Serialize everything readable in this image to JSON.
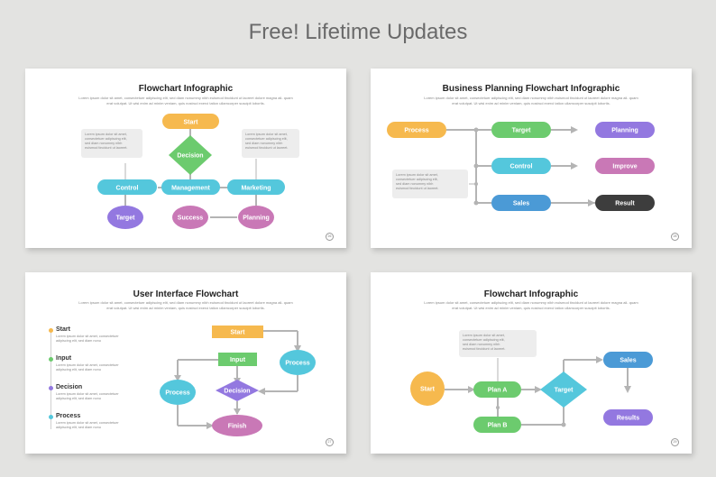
{
  "page": {
    "heading": "Free! Lifetime Updates"
  },
  "colors": {
    "orange": "#f6b94e",
    "green": "#6ccb6e",
    "teal": "#54c7dc",
    "purple": "#9378e0",
    "pink": "#c978b6",
    "blue": "#4b9ad6",
    "black": "#3d3d3d",
    "line": "#b4b4b4",
    "note": "#ededed"
  },
  "lorem": {
    "sub": "Lorem ipsum dolor sit amet, consectetuer adipiscing elit, sed diam nonummy nibh euismod tincidunt ut laoreet dolore magna ali- quam erat volutpat. Ut wisi enim ad minim veniam, quis nostrud exerci tation ullamcorper suscipit lobortis.",
    "note": "Lorem ipsum dolor sit amet, consectetuer adipiscing elit, sed diam nonummy nibh euismod tincidunt ut laoreet dolore."
  },
  "slide1": {
    "title": "Flowchart Infographic",
    "nodes": {
      "start": "Start",
      "decision": "Decision",
      "control": "Control",
      "management": "Management",
      "marketing": "Marketing",
      "target": "Target",
      "success": "Success",
      "planning": "Planning"
    },
    "page_number": "26"
  },
  "slide2": {
    "title": "Business Planning Flowchart Infographic",
    "nodes": {
      "process": "Process",
      "target": "Target",
      "planning": "Planning",
      "control": "Control",
      "improve": "Improve",
      "sales": "Sales",
      "result": "Result"
    },
    "page_number": "28"
  },
  "slide3": {
    "title": "User Interface Flowchart",
    "list": [
      {
        "label": "Start",
        "desc": "Lorem ipsum dolor sit amet, consectetuer adipiscing elit, sed diam nonu"
      },
      {
        "label": "Input",
        "desc": "Lorem ipsum dolor sit amet, consectetuer adipiscing elit, sed diam nonu"
      },
      {
        "label": "Decision",
        "desc": "Lorem ipsum dolor sit amet, consectetuer adipiscing elit, sed diam nonu"
      },
      {
        "label": "Process",
        "desc": "Lorem ipsum dolor sit amet, consectetuer adipiscing elit, sed diam nonu"
      }
    ],
    "nodes": {
      "start": "Start",
      "input": "Input",
      "process_right": "Process",
      "process_left": "Process",
      "decision": "Decision",
      "finish": "Finish"
    },
    "page_number": "27"
  },
  "slide4": {
    "title": "Flowchart Infographic",
    "nodes": {
      "start": "Start",
      "plan_a": "Plan A",
      "target": "Target",
      "sales": "Sales",
      "results": "Results",
      "plan_b": "Plan B"
    },
    "page_number": "29"
  }
}
